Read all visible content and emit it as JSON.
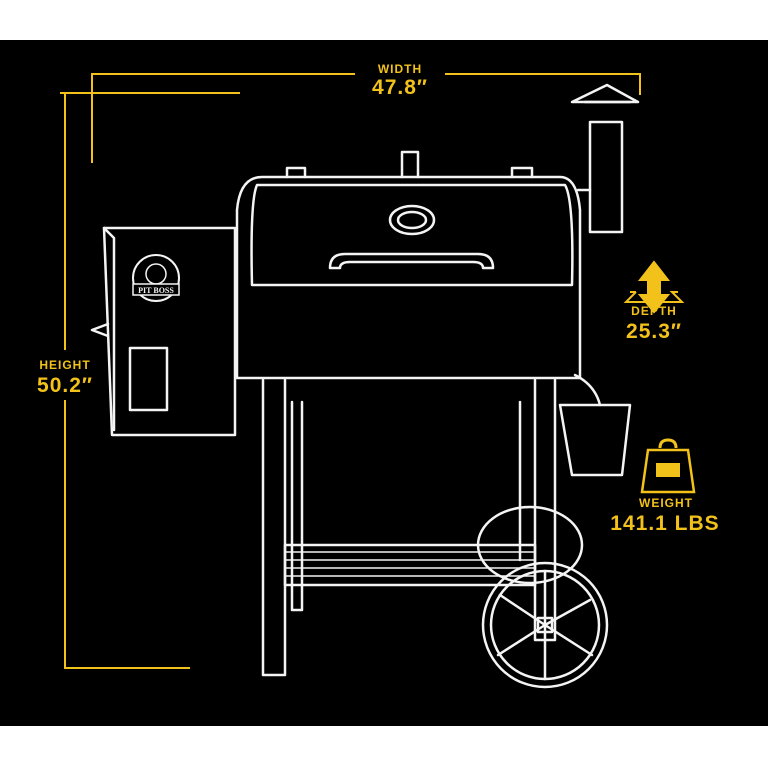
{
  "colors": {
    "background": "#000000",
    "frame": "#ffffff",
    "accent": "#f2c21b",
    "line_art": "#f4f4f4"
  },
  "brand": {
    "logo_text": "PIT BOSS"
  },
  "dimensions": {
    "width": {
      "label": "WIDTH",
      "value": "47.8″"
    },
    "height": {
      "label": "HEIGHT",
      "value": "50.2″"
    },
    "depth": {
      "label": "DEPTH",
      "value": "25.3″",
      "icon": "double-arrow-icon"
    },
    "weight": {
      "label": "WEIGHT",
      "value": "141.1 LBS",
      "icon": "kettlebell-weight-icon"
    }
  }
}
